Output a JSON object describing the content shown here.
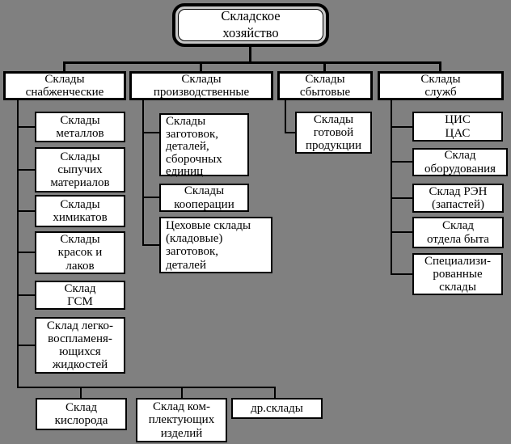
{
  "diagram": {
    "title": "Складское\nхозяйство",
    "branches": [
      {
        "name": "supply",
        "label": "Склады\nснабженческие",
        "children": [
          "Склады\nметаллов",
          "Склады\nсыпучих\nматериалов",
          "Склады\nхимикатов",
          "Склады\nкрасок и\nлаков",
          "Склад\nГСМ",
          "Склад легко-\nвоспламеня-\nющихся\nжидкостей"
        ]
      },
      {
        "name": "production",
        "label": "Склады\nпроизводственные",
        "children": [
          "Склады\nзаготовок,\nдеталей,\nсборочных\nединиц",
          "Склады\nкооперации",
          "Цеховые склады\n(кладовые)\nзаготовок,\nдеталей"
        ]
      },
      {
        "name": "sales",
        "label": "Склады\nсбытовые",
        "children": [
          "Склады\nготовой\nпродукции"
        ]
      },
      {
        "name": "services",
        "label": "Склады\nслужб",
        "children": [
          "ЦИС\nЦАС",
          "Склад\nоборудования",
          "Склад РЭН\n(запастей)",
          "Склад\nотдела быта",
          "Специализи-\nрованные\nсклады"
        ]
      }
    ],
    "bottom_row": [
      "Склад\nкислорода",
      "Склад ком-\nплектующих\nизделий",
      "др.склады"
    ],
    "colors": {
      "background": "#808080",
      "box_fill": "#ffffff",
      "line": "#000000",
      "title_ring": "#c9c9c9"
    }
  }
}
